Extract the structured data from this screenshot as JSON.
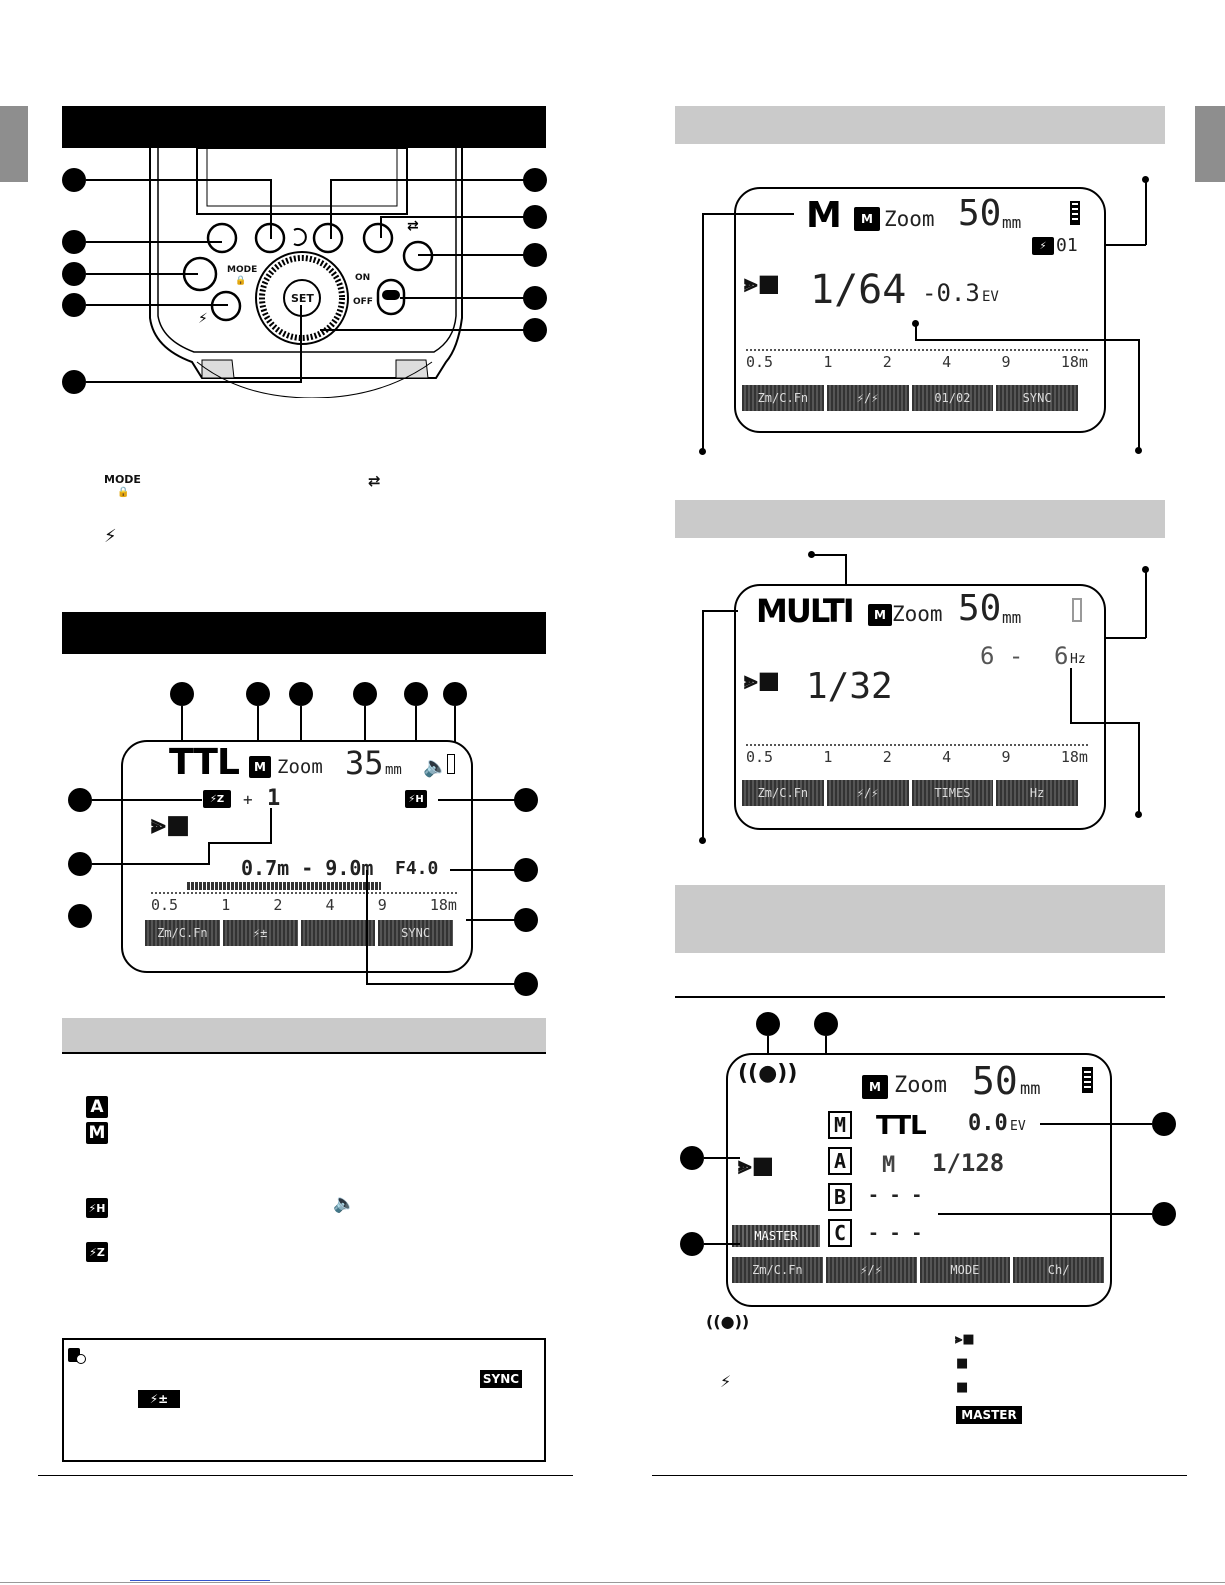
{
  "left_page": {
    "section1_header": "",
    "section2_header": "",
    "callouts": [
      "",
      "",
      "",
      "",
      "",
      "",
      "",
      "",
      "",
      "",
      ""
    ],
    "flash_body": {
      "mode_label": "MODE",
      "on_label": "ON",
      "off_label": "OFF",
      "set_label": "SET"
    },
    "legend_icons": {
      "mode_label": "MODE",
      "lock_icon": "lock-icon",
      "sync_icon": "wireless-sync-icon",
      "flash_icon": "flash-bolt-icon"
    },
    "ttl_lcd": {
      "mode": "TTL",
      "zoom_label": "Zoom",
      "zoom_value": "35",
      "zoom_unit": "mm",
      "fec_sign": "+",
      "fec_value": "1",
      "range_text": "0.7m - 9.0m",
      "aperture": "F4.0",
      "scale": [
        "0.5",
        "1",
        "2",
        "4",
        "9",
        "18m"
      ],
      "menu": [
        "Zm/C.Fn",
        "⚡±",
        "",
        "SYNC"
      ]
    },
    "subsection_header": "",
    "icon_legend": [
      {
        "icon": "A",
        "text": ""
      },
      {
        "icon": "M",
        "text": ""
      },
      {
        "icon": "⚡H",
        "text": ""
      },
      {
        "icon": "⚡Z",
        "text": ""
      }
    ],
    "beep_icon": "speaker-icon",
    "note": {
      "sync_chip": "SYNC",
      "fec_chip": "⚡±"
    }
  },
  "right_page": {
    "section_m_header": "",
    "m_lcd": {
      "mode": "M",
      "zoom_label": "Zoom",
      "zoom_value": "50",
      "zoom_unit": "mm",
      "group_code": "01",
      "power": "1/64",
      "ev": "-0.3",
      "ev_unit": "EV",
      "scale": [
        "0.5",
        "1",
        "2",
        "4",
        "9",
        "18m"
      ],
      "menu": [
        "Zm/C.Fn",
        "⚡/⚡",
        "01/02",
        "SYNC"
      ]
    },
    "section_multi_header": "",
    "multi_lcd": {
      "mode": "MULTI",
      "zoom_label": "Zoom",
      "zoom_value": "50",
      "zoom_unit": "mm",
      "times": "6 -",
      "freq": "6",
      "freq_unit": "Hz",
      "power": "1/32",
      "scale": [
        "0.5",
        "1",
        "2",
        "4",
        "9",
        "18m"
      ],
      "menu": [
        "Zm/C.Fn",
        "⚡/⚡",
        "TIMES",
        "Hz"
      ]
    },
    "section_wireless_header": "",
    "wireless_lcd": {
      "zoom_label": "Zoom",
      "zoom_value": "50",
      "zoom_unit": "mm",
      "groups": [
        {
          "letter": "M",
          "mode": "TTL",
          "value": "0.0",
          "unit": "EV"
        },
        {
          "letter": "A",
          "mode": "M",
          "value": "1/128",
          "unit": ""
        },
        {
          "letter": "B",
          "mode": "- - -",
          "value": "",
          "unit": ""
        },
        {
          "letter": "C",
          "mode": "- - -",
          "value": "",
          "unit": ""
        }
      ],
      "master_label": "MASTER",
      "menu": [
        "Zm/C.Fn",
        "⚡/⚡",
        "MODE",
        "Ch/"
      ]
    },
    "legend": {
      "master_chip": "MASTER"
    }
  }
}
